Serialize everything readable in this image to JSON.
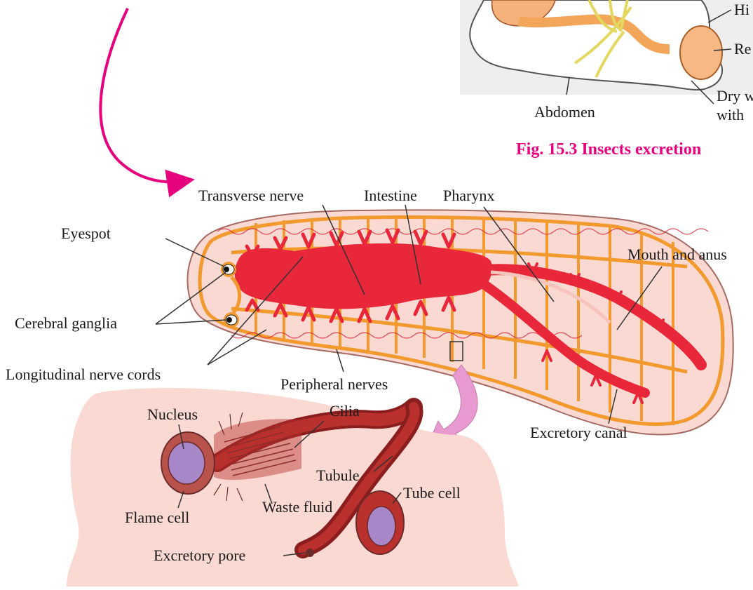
{
  "insect_figure": {
    "labels": {
      "hindgut": "Hi",
      "rectum": "Re",
      "abdomen": "Abdomen",
      "dry_line1": "Dry w",
      "dry_line2": "with"
    },
    "caption": "Fig. 15.3 Insects excretion"
  },
  "planaria": {
    "labels": {
      "eyespot": "Eyespot",
      "cerebral_ganglia": "Cerebral ganglia",
      "longitudinal_nerve_cords": "Longitudinal nerve cords",
      "transverse_nerve": "Transverse nerve",
      "intestine": "Intestine",
      "pharynx": "Pharynx",
      "mouth_and_anus": "Mouth and anus",
      "peripheral_nerves": "Peripheral nerves",
      "excretory_canal": "Excretory canal"
    }
  },
  "flame_cell": {
    "labels": {
      "nucleus": "Nucleus",
      "cilia": "Cilia",
      "tubule": "Tubule",
      "tube_cell": "Tube cell",
      "flame_cell": "Flame cell",
      "waste_fluid": "Waste fluid",
      "excretory_pore": "Excretory pore"
    }
  },
  "colors": {
    "caption": "#e6007e",
    "arrow": "#e6007e",
    "body_fill": "#f9d9d2",
    "intestine": "#e8283a",
    "nerve": "#f29a2e",
    "canal": "#c0161e",
    "zoom_arrow": "#e89ad0"
  }
}
